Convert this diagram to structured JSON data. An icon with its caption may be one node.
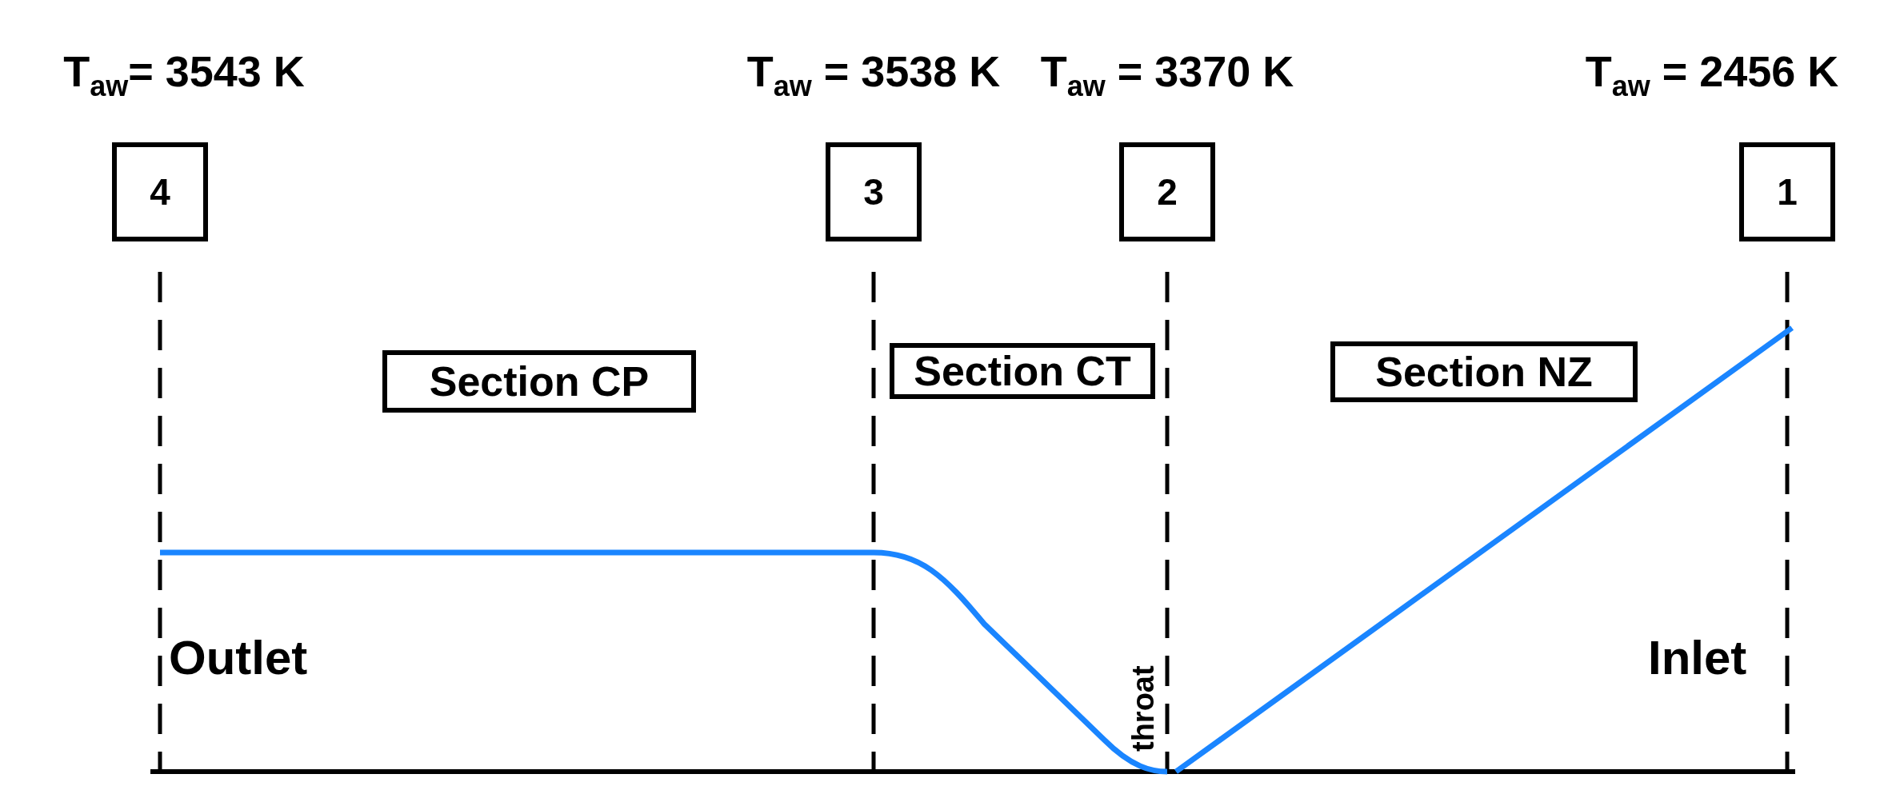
{
  "diagram": {
    "nodes": [
      {
        "text": [
          "4"
        ],
        "beside": [
          "T$_{aw}$= 3543 K"
        ]
      },
      {
        "text": [
          "3"
        ],
        "beside": [
          "T$_{aw}$ = 3538 K"
        ]
      },
      {
        "text": [
          "2"
        ],
        "beside": [
          "T$_{aw}$ = 3370 K"
        ]
      },
      {
        "text": [
          "1"
        ],
        "beside": [
          "T$_{aw}$ = 2456 K"
        ]
      },
      {
        "text": [
          "Section CP"
        ]
      },
      {
        "text": [
          "Section CT"
        ]
      },
      {
        "text": [
          "Section NZ"
        ]
      }
    ],
    "labels": [
      "Outlet",
      "throat",
      "Inlet"
    ]
  }
}
